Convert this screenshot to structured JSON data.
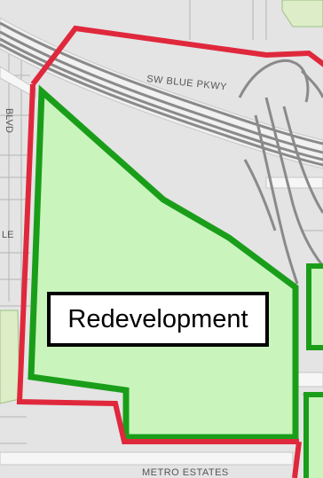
{
  "map": {
    "labels": {
      "parkway": "SW BLUE PKWY",
      "estates": "METRO ESTATES",
      "left_edge_partial": "LE",
      "left_vertical_partial": "BLVD"
    },
    "zone": {
      "label": "Redevelopment"
    },
    "colors": {
      "boundary": "#e0283c",
      "redevelopment_outline": "#1a9e1a",
      "redevelopment_fill": "#c9f5bd",
      "parcel_fill": "#c9f5bd",
      "park_fill": "#dcedc8",
      "road_line": "#8a8a8a",
      "street_fill": "#f6f6f6",
      "parcel_line": "#b4b4b4"
    }
  }
}
